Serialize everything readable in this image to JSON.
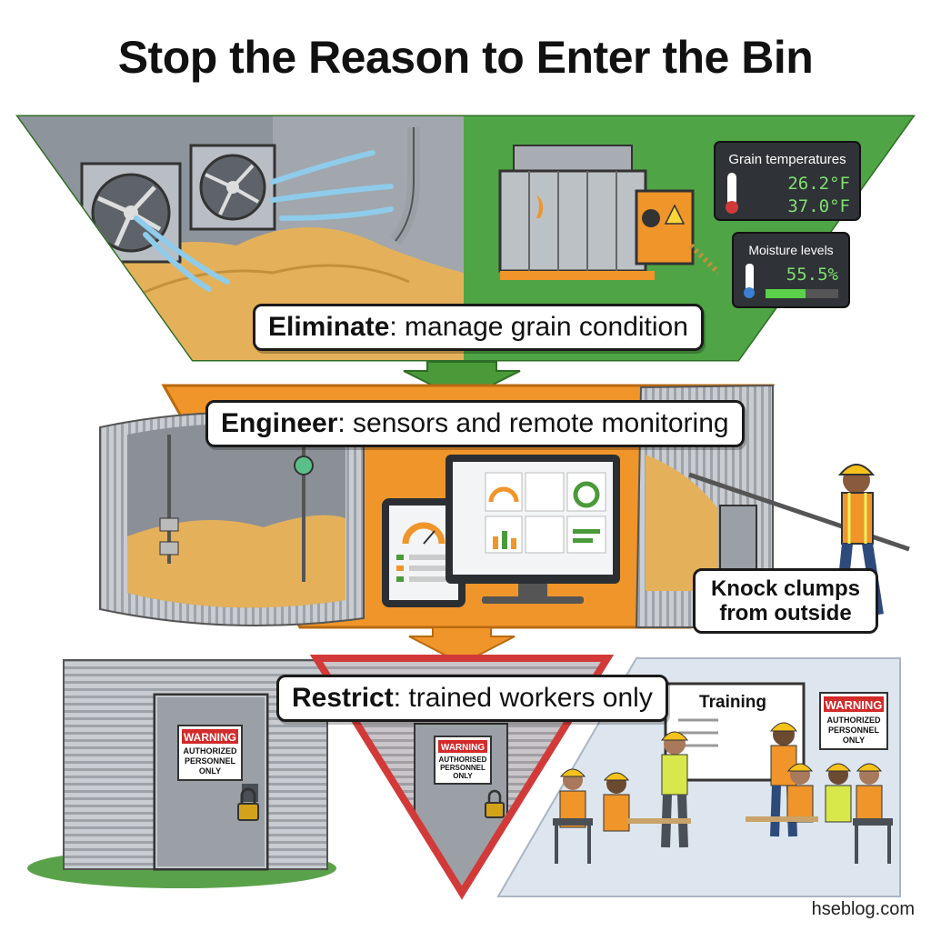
{
  "title": "Stop the Reason to Enter the Bin",
  "colors": {
    "eliminate": "#4a9a3a",
    "engineer": "#f0952a",
    "restrict": "#d23a3a",
    "grain": "#e4b15a",
    "warning_red": "#d32a2a"
  },
  "eliminate": {
    "label_strong": "Eliminate",
    "label_rest": ": manage grain condition",
    "grain_temp": {
      "title": "Grain temperatures",
      "values": [
        "26.2°F",
        "37.0°F"
      ]
    },
    "moisture": {
      "title": "Moisture levels",
      "value": "55.5%",
      "fill_fraction": 0.55
    }
  },
  "engineer": {
    "label_strong": "Engineer",
    "label_rest": ": sensors and remote monitoring",
    "knock_line1": "Knock clumps",
    "knock_line2": "from outside"
  },
  "restrict": {
    "label_strong": "Restrict",
    "label_rest": ": trained workers only",
    "training_board": "Training",
    "warning_signs": [
      {
        "head": "WARNING",
        "lines": [
          "AUTHORIZED",
          "PERSONNEL",
          "ONLY"
        ]
      },
      {
        "head": "WARNING",
        "lines": [
          "AUTHORISED",
          "PERSONNEL",
          "ONLY"
        ]
      },
      {
        "head": "WARNING",
        "lines": [
          "AUTHORIZED",
          "PERSONNEL",
          "ONLY"
        ]
      }
    ]
  },
  "footer": "hseblog.com"
}
